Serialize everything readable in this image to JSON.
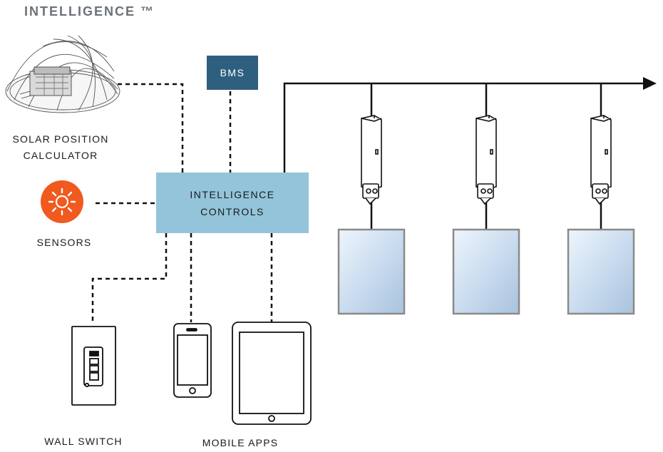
{
  "title": "INTELLIGENCE ™",
  "nodes": {
    "solar": {
      "line1": "SOLAR POSITION",
      "line2": "CALCULATOR",
      "icon": "solar-dome-icon"
    },
    "bms": {
      "label": "BMS"
    },
    "sensors": {
      "label": "SENSORS",
      "icon": "sun-sensor-icon",
      "color": "#f05a1e"
    },
    "controls": {
      "line1": "INTELLIGENCE",
      "line2": "CONTROLS",
      "color": "#93c4da"
    },
    "wall_switch": {
      "label": "WALL SWITCH",
      "icon": "wall-switch-icon"
    },
    "mobile_apps": {
      "label": "MOBILE APPS",
      "icons": [
        "phone-icon",
        "tablet-icon"
      ]
    }
  },
  "colors": {
    "bms": "#2f5f7f",
    "glass": "#c9dcef",
    "line": "#111111"
  },
  "windows": [
    {
      "controller_icon": "window-controller-icon",
      "panel_icon": "glass-panel-icon"
    },
    {
      "controller_icon": "window-controller-icon",
      "panel_icon": "glass-panel-icon"
    },
    {
      "controller_icon": "window-controller-icon",
      "panel_icon": "glass-panel-icon"
    }
  ]
}
